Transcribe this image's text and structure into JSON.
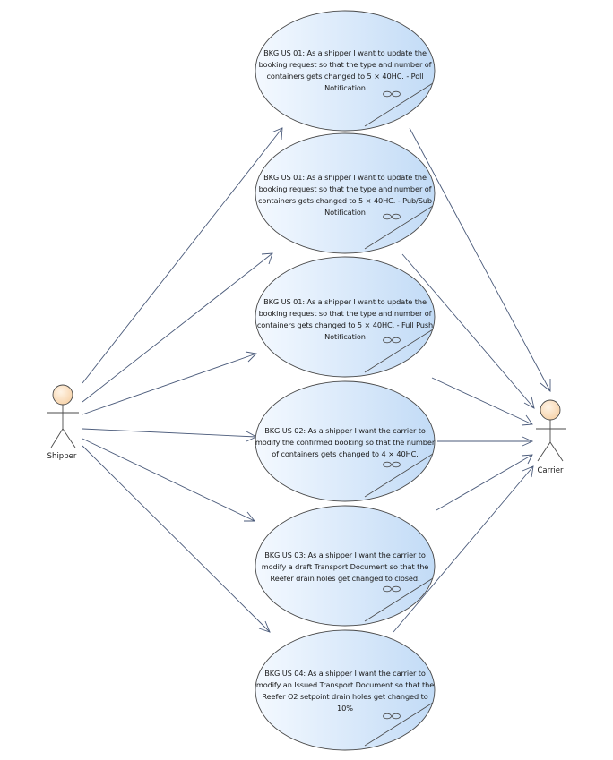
{
  "actors": {
    "shipper": {
      "label": "Shipper"
    },
    "carrier": {
      "label": "Carrier"
    }
  },
  "use_cases": [
    {
      "text": "BKG US 01: As a shipper I want to update the booking request so that the type and number of containers gets changed to 5 × 40HC. - Poll Notification"
    },
    {
      "text": "BKG US 01: As a shipper I want to update the booking request so that the type and number of containers gets changed to 5 × 40HC. - Pub/Sub Notification"
    },
    {
      "text": "BKG US 01: As a shipper I want to update the booking request so that the type and number of containers gets changed to 5 × 40HC. - Full Push Notification"
    },
    {
      "text": "BKG US 02: As a shipper I want the carrier to modify the confirmed booking so that the number of containers gets changed to 4 × 40HC."
    },
    {
      "text": "BKG US 03: As a shipper I want the carrier to modify a draft Transport Document so that the Reefer drain holes get changed to closed."
    },
    {
      "text": "BKG US 04: As a shipper I want the carrier to modify an Issued Transport Document so that the Reefer O2 setpoint drain holes get changed to 10%"
    }
  ],
  "colors": {
    "ellipse_fill_light": "#f3f8fe",
    "ellipse_fill_dark": "#c4ddf7",
    "ellipse_stroke": "#4a4a4a",
    "actor_head": "#fce3c4",
    "line": "#4a5a7a"
  }
}
